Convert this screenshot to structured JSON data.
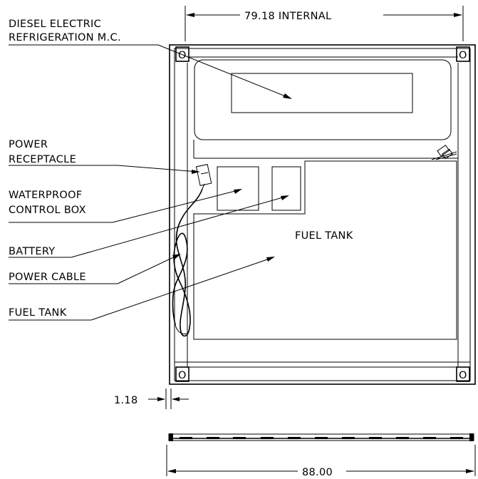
{
  "dimensions": {
    "internal_width": "79.18 INTERNAL",
    "rail_width": "1.18",
    "overall_width": "88.00"
  },
  "callouts": {
    "refrigeration_line1": "DIESEL ELECTRIC",
    "refrigeration_line2": "REFRIGERATION M.C.",
    "power_receptacle_line1": "POWER",
    "power_receptacle_line2": "RECEPTACLE",
    "control_box_line1": "WATERPROOF",
    "control_box_line2": "CONTROL BOX",
    "battery": "BATTERY",
    "power_cable": "POWER CABLE",
    "fuel_tank": "FUEL TANK"
  },
  "interior_labels": {
    "fuel_tank": "FUEL TANK"
  },
  "corner_casting_glyph": "O"
}
